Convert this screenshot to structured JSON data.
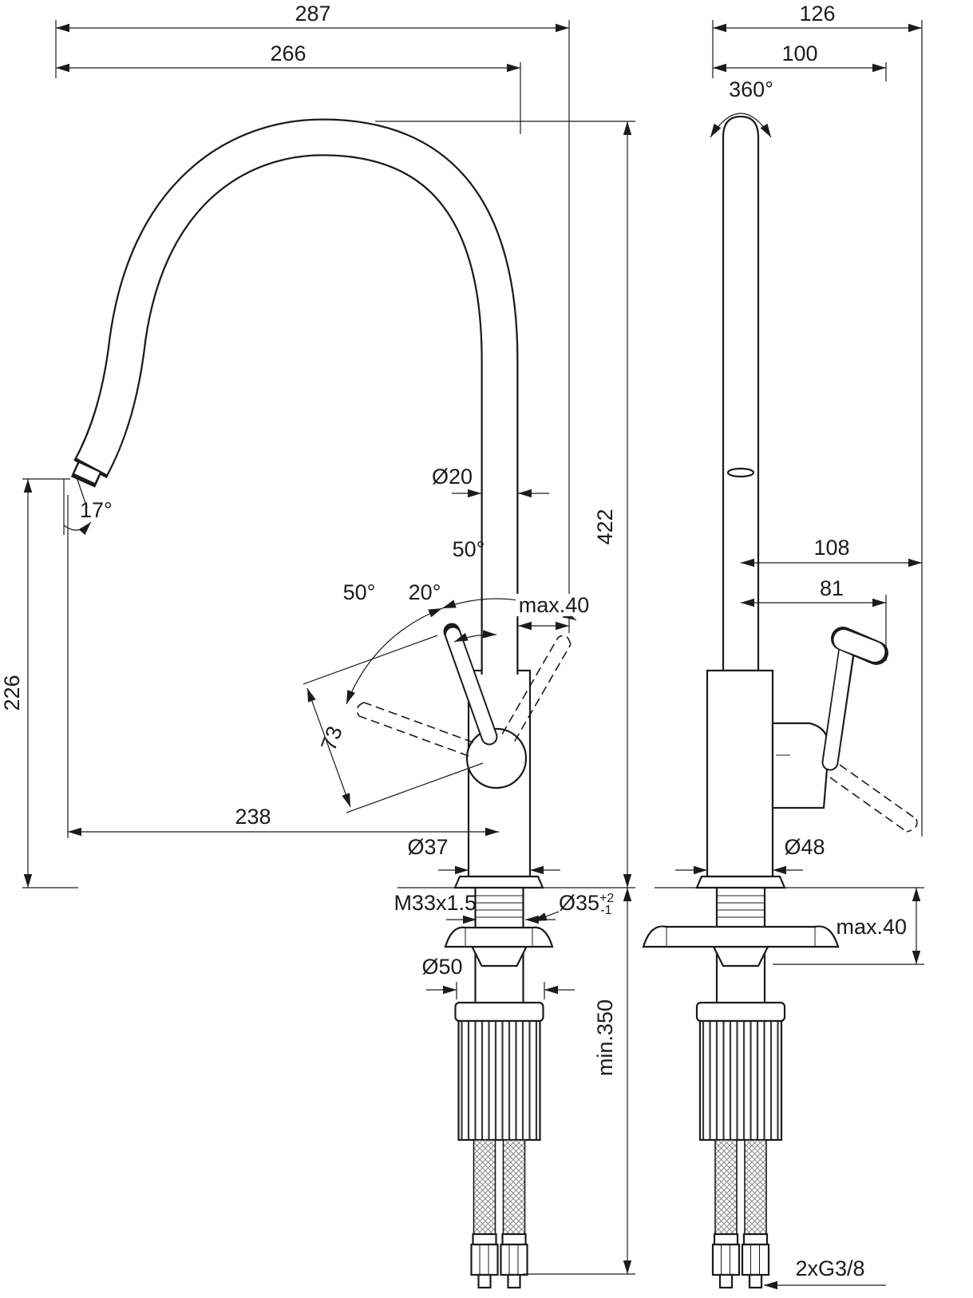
{
  "front_view": {
    "overall_width": "287",
    "spout_width": "266",
    "spout_height": "226",
    "outlet_angle": "17°",
    "spout_diameter": "Ø20",
    "overall_height": "422",
    "handle_swing_right": "50°",
    "handle_tilt": "20°",
    "handle_swing_left": "50°",
    "handle_overhang": "max.40",
    "handle_length": "73",
    "spout_reach": "238",
    "body_diameter": "Ø37",
    "thread": "M33x1.5",
    "hole_diameter": "Ø35",
    "hole_tol_plus": "+2",
    "hole_tol_minus": "-1",
    "base_diameter": "Ø50",
    "min_depth": "min.350"
  },
  "side_view": {
    "overall_depth": "126",
    "upper_depth": "100",
    "swivel": "360°",
    "handle_reach_max": "108",
    "handle_reach": "81",
    "base_diameter": "Ø48",
    "deck_max": "max.40",
    "connection": "2xG3/8"
  }
}
